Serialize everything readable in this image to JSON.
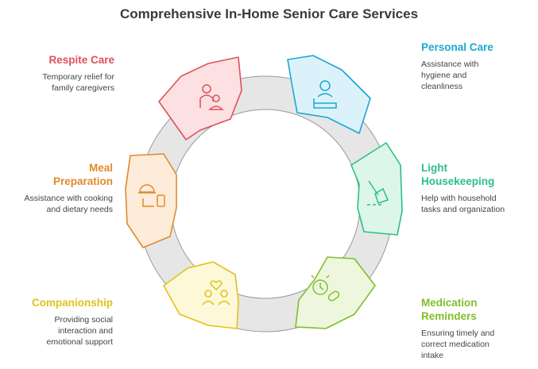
{
  "title": "Comprehensive In-Home Senior Care Services",
  "segments": [
    {
      "id": "personal-care",
      "heading": "Personal Care",
      "description": "Assistance with hygiene and cleanliness",
      "color": "#1ba8d1",
      "fill": "#dcf2fb",
      "icon": "person-bed-icon"
    },
    {
      "id": "light-housekeeping",
      "heading": "Light Housekeeping",
      "description": "Help with household tasks and organization",
      "color": "#2bbf8a",
      "fill": "#ddf6ea",
      "icon": "broom-icon"
    },
    {
      "id": "medication-reminders",
      "heading": "Medication Reminders",
      "description": "Ensuring timely and correct medication intake",
      "color": "#7fbf2a",
      "fill": "#eef7de",
      "icon": "alarm-pill-icon"
    },
    {
      "id": "companionship",
      "heading": "Companionship",
      "description": "Providing social interaction and emotional support",
      "color": "#e0c21a",
      "fill": "#fdf8d8",
      "icon": "two-people-heart-icon"
    },
    {
      "id": "meal-preparation",
      "heading": "Meal Preparation",
      "description": "Assistance with cooking and dietary needs",
      "color": "#e08a2c",
      "fill": "#fdecd9",
      "icon": "cloche-phone-icon"
    },
    {
      "id": "respite-care",
      "heading": "Respite Care",
      "description": "Temporary relief for family caregivers",
      "color": "#e0505a",
      "fill": "#fde0e1",
      "icon": "caregiver-icon"
    }
  ],
  "ring_color": "#ededed"
}
